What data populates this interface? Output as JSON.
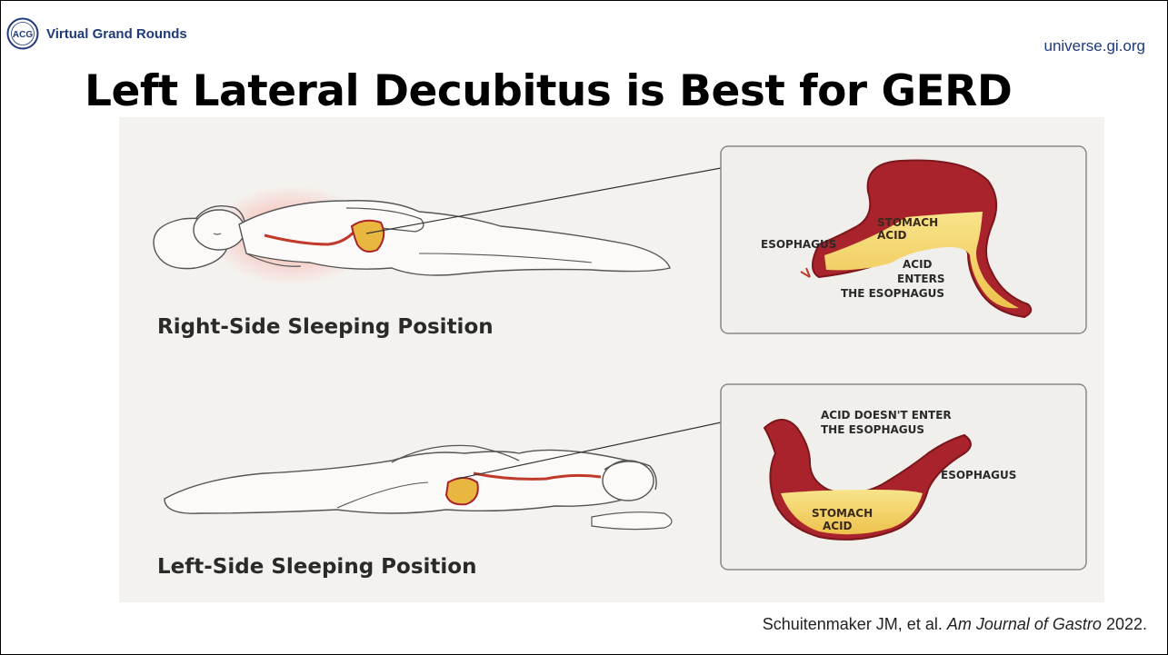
{
  "header": {
    "brand_name": "Virtual Grand Rounds",
    "logo_text": "ACG",
    "site_url": "universe.gi.org"
  },
  "slide": {
    "title": "Left Lateral Decubitus is Best for GERD"
  },
  "panels": {
    "right": {
      "caption": "Right-Side Sleeping Position",
      "stomach_label_1": "STOMACH",
      "stomach_label_2": "ACID",
      "esophagus_label": "ESOPHAGUS",
      "note_1": "ACID",
      "note_2": "ENTERS",
      "note_3": "THE ESOPHAGUS"
    },
    "left": {
      "caption": "Left-Side Sleeping Position",
      "note_1": "ACID DOESN'T ENTER",
      "note_2": "THE ESOPHAGUS",
      "esophagus_label": "ESOPHAGUS",
      "stomach_label_1": "STOMACH",
      "stomach_label_2": "ACID"
    }
  },
  "citation": {
    "authors": "Schuitenmaker JM, et al.",
    "journal": "Am Journal of Gastro",
    "year": "2022."
  },
  "colors": {
    "brand_blue": "#1f3a78",
    "stomach_red": "#a8232b",
    "acid_yellow": "#f3d36a",
    "panel_bg": "#f3f1ee"
  }
}
